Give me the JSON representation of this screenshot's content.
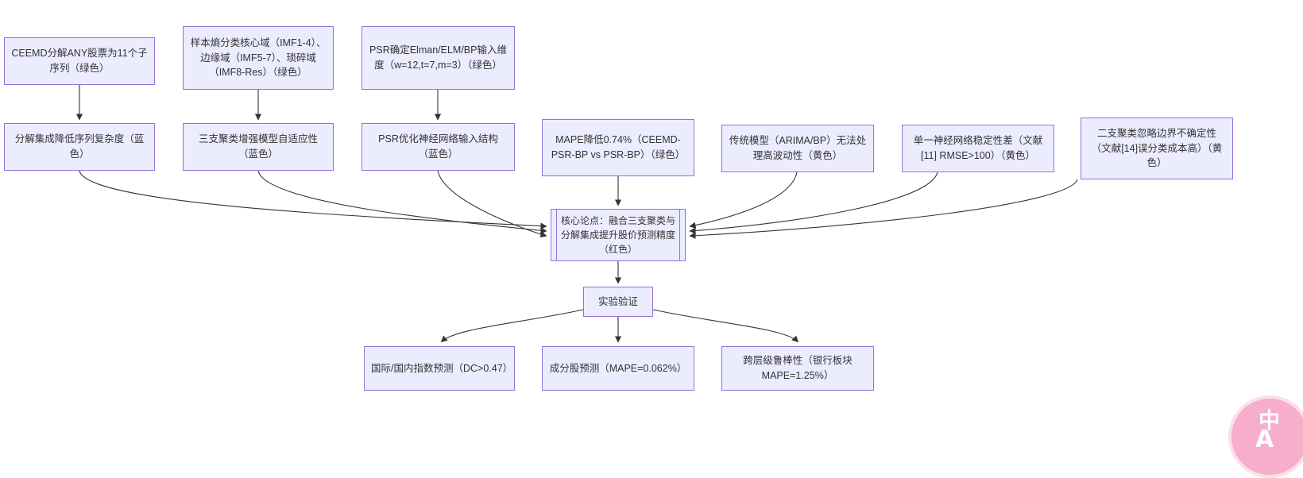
{
  "theme": {
    "background": "#ffffff",
    "node_fill": "#ECECFF",
    "node_border": "#9370DB",
    "edge_color": "#333333",
    "text_color": "#333333",
    "badge_pink": "#F7AECB"
  },
  "diagram_type": "flowchart",
  "nodes": {
    "ceemd": {
      "label": "CEEMD分解ANY股票为11个子序列（绿色）"
    },
    "entropy": {
      "label": "样本熵分类核心域（IMF1-4）、边缘域（IMF5-7）、琐碎域（IMF8-Res）（绿色）"
    },
    "psrdim": {
      "label": "PSR确定Elman/ELM/BP输入维度（w=12,t=7,m=3）（绿色）"
    },
    "decomp": {
      "label": "分解集成降低序列复杂度（蓝色）"
    },
    "threeway": {
      "label": "三支聚类增强模型自适应性（蓝色）"
    },
    "psropt": {
      "label": "PSR优化神经网络输入结构（蓝色）"
    },
    "mape": {
      "label": "MAPE降低0.74%（CEEMD-PSR-BP vs PSR-BP）（绿色）"
    },
    "trad": {
      "label": "传统模型（ARIMA/BP）无法处理高波动性（黄色）"
    },
    "single": {
      "label": "单一神经网络稳定性差（文献[11] RMSE>100）（黄色）"
    },
    "twoway": {
      "label": "二支聚类忽略边界不确定性（文献[14]误分类成本高）（黄色）"
    },
    "core": {
      "label": "核心论点：融合三支聚类与分解集成提升股价预测精度（红色）"
    },
    "exp": {
      "label": "实验验证"
    },
    "index": {
      "label": "国际/国内指数预测（DC>0.47）"
    },
    "stock": {
      "label": "成分股预测（MAPE=0.062%）"
    },
    "robust": {
      "label": "跨层级鲁棒性（银行板块MAPE=1.25%）"
    }
  },
  "edges": [
    {
      "from": "ceemd",
      "to": "decomp"
    },
    {
      "from": "entropy",
      "to": "threeway"
    },
    {
      "from": "psrdim",
      "to": "psropt"
    },
    {
      "from": "decomp",
      "to": "core"
    },
    {
      "from": "threeway",
      "to": "core"
    },
    {
      "from": "psropt",
      "to": "core"
    },
    {
      "from": "mape",
      "to": "core"
    },
    {
      "from": "trad",
      "to": "core"
    },
    {
      "from": "single",
      "to": "core"
    },
    {
      "from": "twoway",
      "to": "core"
    },
    {
      "from": "core",
      "to": "exp"
    },
    {
      "from": "exp",
      "to": "index"
    },
    {
      "from": "exp",
      "to": "stock"
    },
    {
      "from": "exp",
      "to": "robust"
    }
  ],
  "badge": {
    "char_top": "中",
    "char_bottom": "A"
  }
}
